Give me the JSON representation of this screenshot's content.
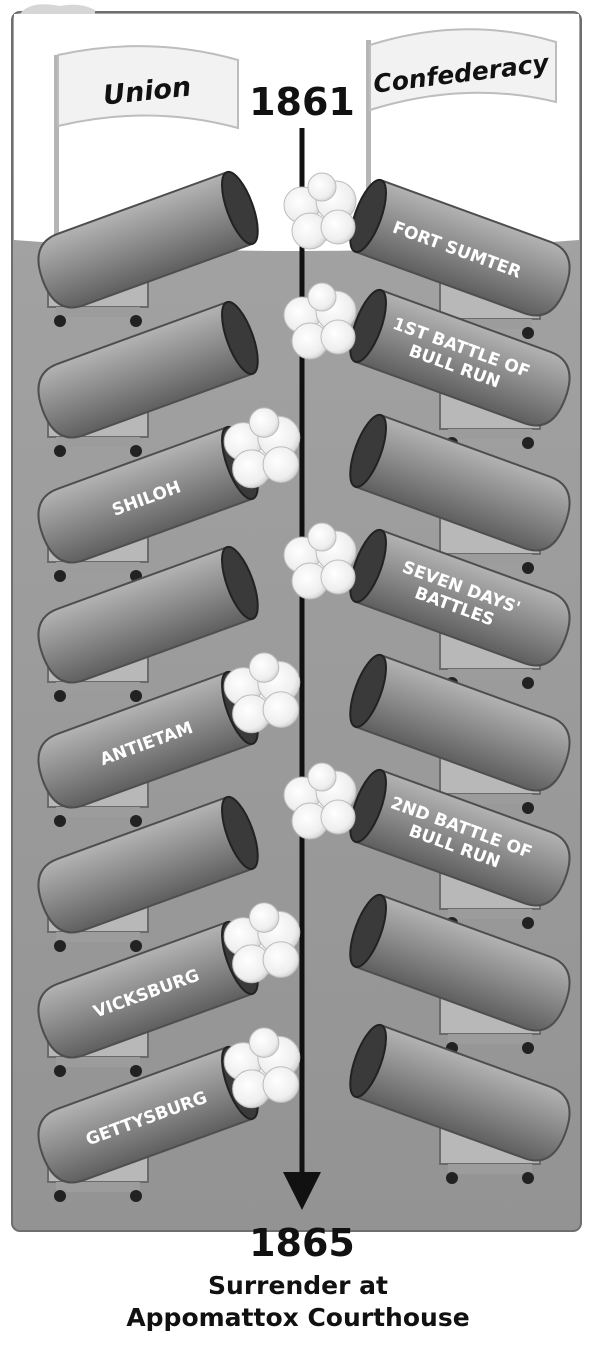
{
  "header": {
    "union_label": "Union",
    "confederacy_label": "Confederacy",
    "start_year": "1861"
  },
  "footer": {
    "end_year": "1865",
    "outcome_line1": "Surrender at",
    "outcome_line2": "Appomattox Courthouse"
  },
  "battles": [
    {
      "name_lines": [
        "FORT SUMTER"
      ],
      "side": "confederacy",
      "order": 1
    },
    {
      "name_lines": [
        "1ST BATTLE OF",
        "BULL RUN"
      ],
      "side": "confederacy",
      "order": 2
    },
    {
      "name_lines": [
        "SHILOH"
      ],
      "side": "union",
      "order": 3
    },
    {
      "name_lines": [
        "SEVEN DAYS'",
        "BATTLES"
      ],
      "side": "confederacy",
      "order": 4
    },
    {
      "name_lines": [
        "ANTIETAM"
      ],
      "side": "union",
      "order": 5
    },
    {
      "name_lines": [
        "2ND BATTLE OF",
        "BULL RUN"
      ],
      "side": "confederacy",
      "order": 6
    },
    {
      "name_lines": [
        "VICKSBURG"
      ],
      "side": "union",
      "order": 7
    },
    {
      "name_lines": [
        "GETTYSBURG"
      ],
      "side": "union",
      "order": 8
    }
  ],
  "colors": {
    "panel": "#9a9a9a",
    "cannon": "#8a8a8a",
    "cannon_dark": "#5c5c5c",
    "timeline": "#111111",
    "flag": "#f2f2f2"
  }
}
